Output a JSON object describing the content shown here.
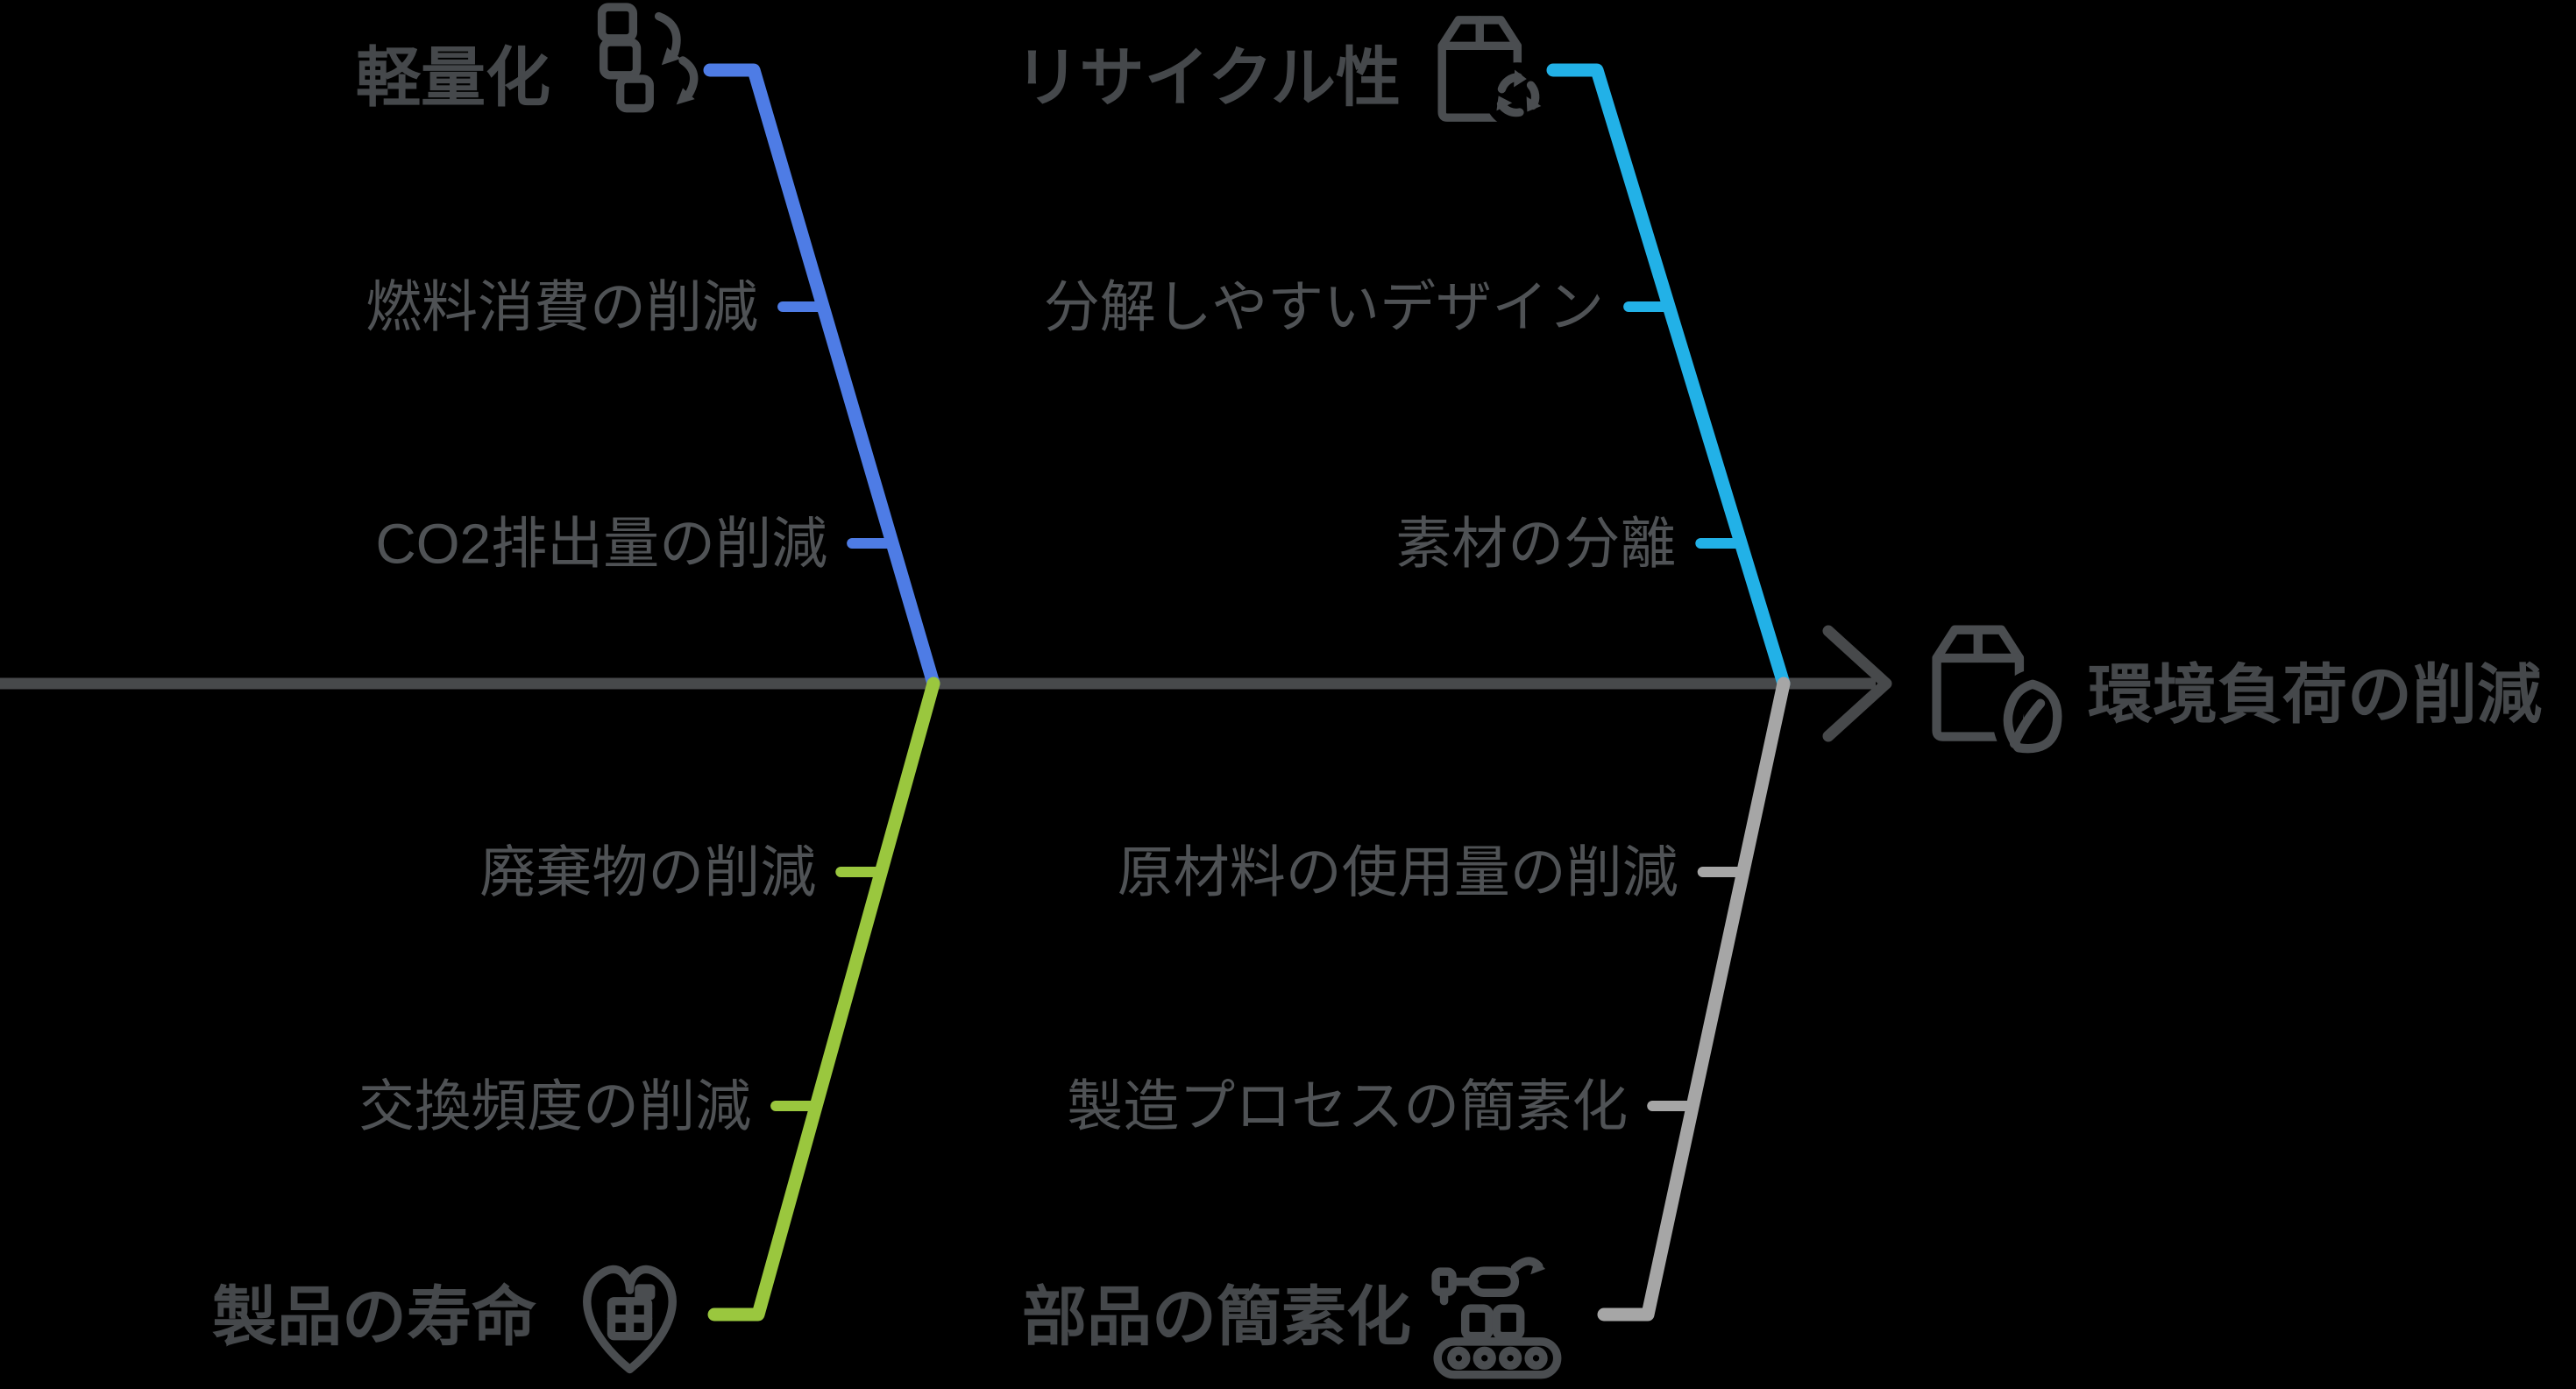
{
  "diagram": {
    "type": "fishbone",
    "background_color": "#000000",
    "spine_color": "#47494b",
    "label_color": "#45484b",
    "item_color": "#4f5255",
    "icon_color": "#4a4d50",
    "effect": {
      "label": "環境負荷の削減",
      "icon": "package-leaf-icon"
    },
    "branches": [
      {
        "id": "keiryoka",
        "label": "軽量化",
        "icon": "modular-boxes-icon",
        "color": "#4e7ce5",
        "side": "top",
        "items": [
          "燃料消費の削減",
          "CO2排出量の削減"
        ]
      },
      {
        "id": "recycle-sei",
        "label": "リサイクル性",
        "icon": "package-recycle-icon",
        "color": "#22b1e7",
        "side": "top",
        "items": [
          "分解しやすいデザイン",
          "素材の分離"
        ]
      },
      {
        "id": "seihin-no-jumyo",
        "label": "製品の寿命",
        "icon": "heart-factory-icon",
        "color": "#9ac73e",
        "side": "bottom",
        "items": [
          "廃棄物の削減",
          "交換頻度の削減"
        ]
      },
      {
        "id": "buhin-no-kansoka",
        "label": "部品の簡素化",
        "icon": "assembly-line-icon",
        "color": "#a6a6a6",
        "side": "bottom",
        "items": [
          "原材料の使用量の削減",
          "製造プロセスの簡素化"
        ]
      }
    ]
  }
}
